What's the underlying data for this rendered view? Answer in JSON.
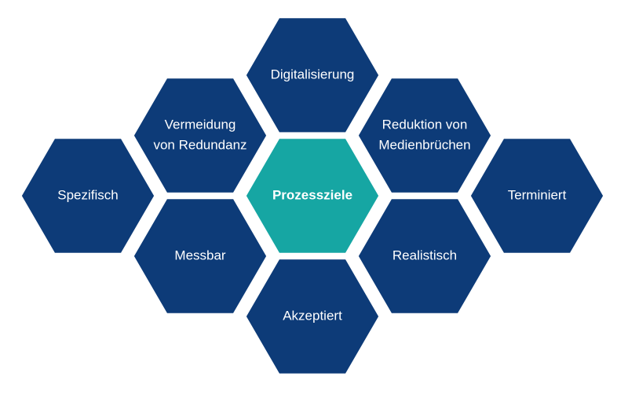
{
  "colors": {
    "goal_fill": "#0d3b78",
    "center_fill": "#16a6a3",
    "outline": "#ffffff",
    "text": "#ffffff"
  },
  "center": {
    "label": "Prozessziele"
  },
  "goals": [
    {
      "id": "spezifisch",
      "lines": [
        "Spezifisch"
      ]
    },
    {
      "id": "vermeidung-von-redundanz",
      "lines": [
        "Vermeidung",
        "von Redundanz"
      ]
    },
    {
      "id": "messbar",
      "lines": [
        "Messbar"
      ]
    },
    {
      "id": "digitalisierung",
      "lines": [
        "Digitalisierung"
      ]
    },
    {
      "id": "akzeptiert",
      "lines": [
        "Akzeptiert"
      ]
    },
    {
      "id": "reduktion-von-medienbruechen",
      "lines": [
        "Reduktion von",
        "Medienbrüchen"
      ]
    },
    {
      "id": "realistisch",
      "lines": [
        "Realistisch"
      ]
    },
    {
      "id": "terminiert",
      "lines": [
        "Terminiert"
      ]
    }
  ]
}
